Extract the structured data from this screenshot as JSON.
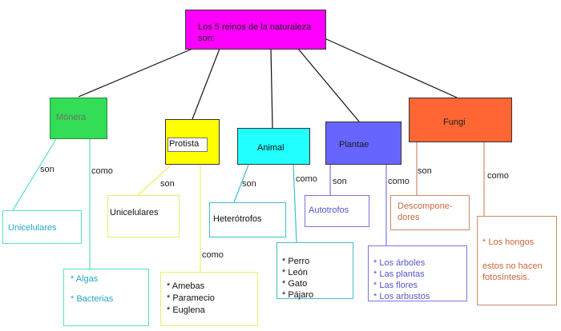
{
  "root": {
    "text": "Los 5 reinos de la naturaleza son:"
  },
  "kingdoms": {
    "monera": {
      "name": "Mónera",
      "son": "son",
      "como": "como",
      "son_box": "Unicelulares",
      "como_items": [
        "* Algas",
        "* Bacterias"
      ]
    },
    "protista": {
      "name": "Protista",
      "son": "son",
      "como": "como",
      "son_box": "Unicelulares",
      "como_items": [
        "* Amebas",
        "* Paramecio",
        "* Euglena"
      ]
    },
    "animal": {
      "name": "Animal",
      "son": "son",
      "como": "como",
      "son_box": "Heterótrofos",
      "como_items": [
        "* Perro",
        "* León",
        "* Gato",
        "* Pájaro"
      ]
    },
    "plantae": {
      "name": "Plantae",
      "son": "son",
      "como": "como",
      "son_box": "Autotrofos",
      "como_items": [
        "* Los árboles",
        "* Las plantas",
        "* Las flores",
        "* Los arbustos"
      ]
    },
    "fungi": {
      "name": "Fungi",
      "son": "son",
      "como": "como",
      "son_box": "Descompone-dores",
      "como_lines": [
        "* Los hongos",
        "estos no hacen fotosíntesis."
      ]
    }
  },
  "colors": {
    "root": "#ff00ff",
    "monera": "#33dd55",
    "protista": "#ffff00",
    "animal": "#22ffff",
    "plantae": "#6666ff",
    "fungi": "#ff6633",
    "line_dark": "#111111",
    "monera_line": "#55e0c8",
    "protista_line": "#eeee66",
    "animal_line": "#3fbfcf",
    "plantae_line": "#7777dd",
    "fungi_line": "#cc8a66"
  }
}
